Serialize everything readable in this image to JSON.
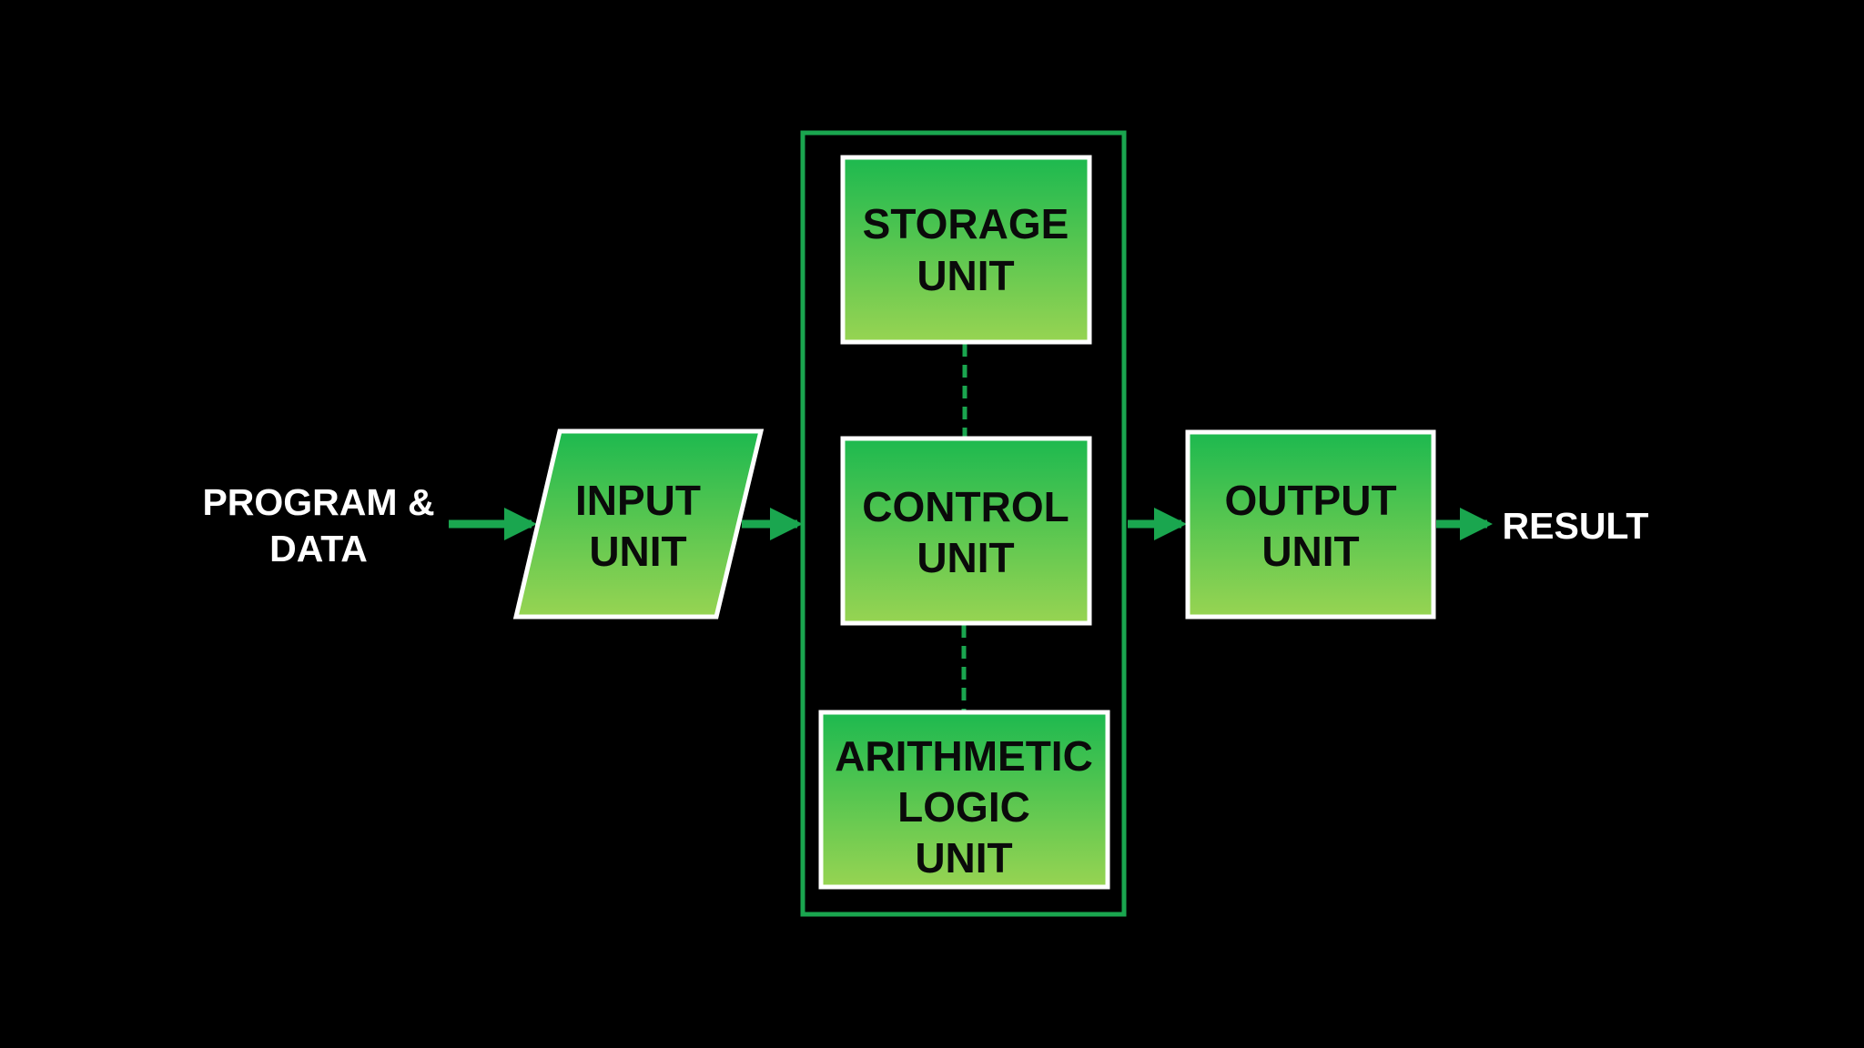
{
  "colors": {
    "background": "#000000",
    "box_fill_top": "#1db94f",
    "box_fill_bottom": "#97d452",
    "box_border": "#ffffff",
    "connector": "#1aa64f",
    "cpu_frame": "#1aa64f",
    "external_text": "#ffffff",
    "box_text": "#0a0a0a"
  },
  "input_source": {
    "line1": "PROGRAM &",
    "line2": "DATA"
  },
  "input_unit": {
    "line1": "INPUT",
    "line2": "UNIT"
  },
  "storage_unit": {
    "line1": "STORAGE",
    "line2": "UNIT"
  },
  "control_unit": {
    "line1": "CONTROL",
    "line2": "UNIT"
  },
  "alu": {
    "line1": "ARITHMETIC",
    "line2": "LOGIC",
    "line3": "UNIT"
  },
  "output_unit": {
    "line1": "OUTPUT",
    "line2": "UNIT"
  },
  "result": {
    "label": "RESULT"
  }
}
